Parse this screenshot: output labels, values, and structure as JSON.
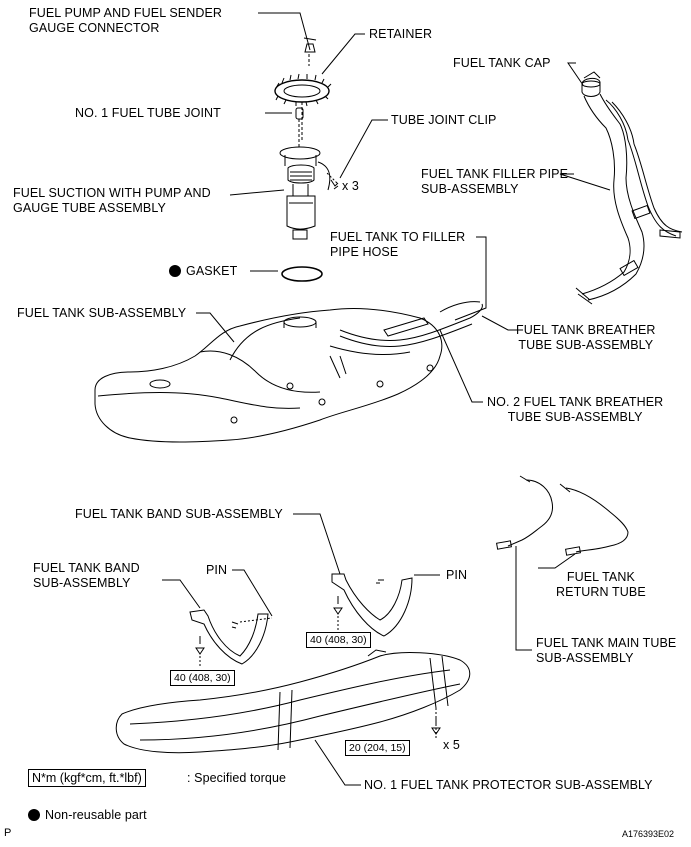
{
  "labels": {
    "fuel_pump_connector": "FUEL PUMP AND FUEL SENDER\nGAUGE CONNECTOR",
    "retainer": "RETAINER",
    "fuel_tube_joint": "NO. 1 FUEL TUBE JOINT",
    "tube_joint_clip": "TUBE JOINT CLIP",
    "clip_qty": "x 3",
    "fuel_suction": "FUEL SUCTION WITH PUMP AND\nGAUGE TUBE ASSEMBLY",
    "gasket": "GASKET",
    "filler_hose": "FUEL TANK TO FILLER\nPIPE HOSE",
    "fuel_tank_cap": "FUEL TANK CAP",
    "filler_pipe": "FUEL TANK FILLER PIPE\nSUB-ASSEMBLY",
    "fuel_tank_sub": "FUEL TANK SUB-ASSEMBLY",
    "breather_tube": "FUEL TANK BREATHER\nTUBE SUB-ASSEMBLY",
    "no2_breather_tube": "NO. 2 FUEL TANK BREATHER\nTUBE SUB-ASSEMBLY",
    "band_sub_top": "FUEL TANK BAND SUB-ASSEMBLY",
    "band_sub_left": "FUEL TANK BAND\nSUB-ASSEMBLY",
    "pin_left": "PIN",
    "pin_right": "PIN",
    "return_tube": "FUEL TANK\nRETURN TUBE",
    "main_tube": "FUEL TANK MAIN TUBE\nSUB-ASSEMBLY",
    "protector": "NO. 1 FUEL TANK PROTECTOR SUB-ASSEMBLY",
    "bolt_qty": "x 5"
  },
  "torques": {
    "band_right": "40 (408, 30)",
    "band_left": "40 (408, 30)",
    "protector": "20 (204, 15)"
  },
  "legend": {
    "torque_units": "N*m (kgf*cm, ft.*lbf)",
    "torque_desc": ": Specified torque",
    "non_reusable": "Non-reusable part"
  },
  "footer": {
    "left_mark": "P",
    "figure_id": "A176393E02"
  }
}
